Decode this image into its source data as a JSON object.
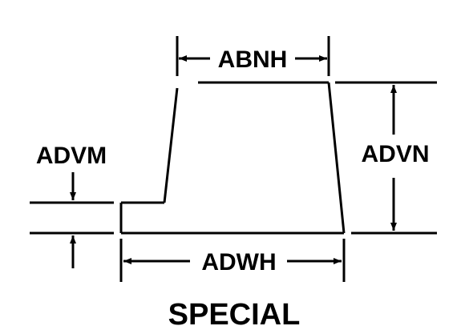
{
  "diagram": {
    "title": "SPECIAL",
    "labels": {
      "top_width": "ABNH",
      "left_height": "ADVM",
      "right_height": "ADVN",
      "bottom_width": "ADWH"
    },
    "colors": {
      "ink": "#000000",
      "background": "#ffffff"
    }
  }
}
